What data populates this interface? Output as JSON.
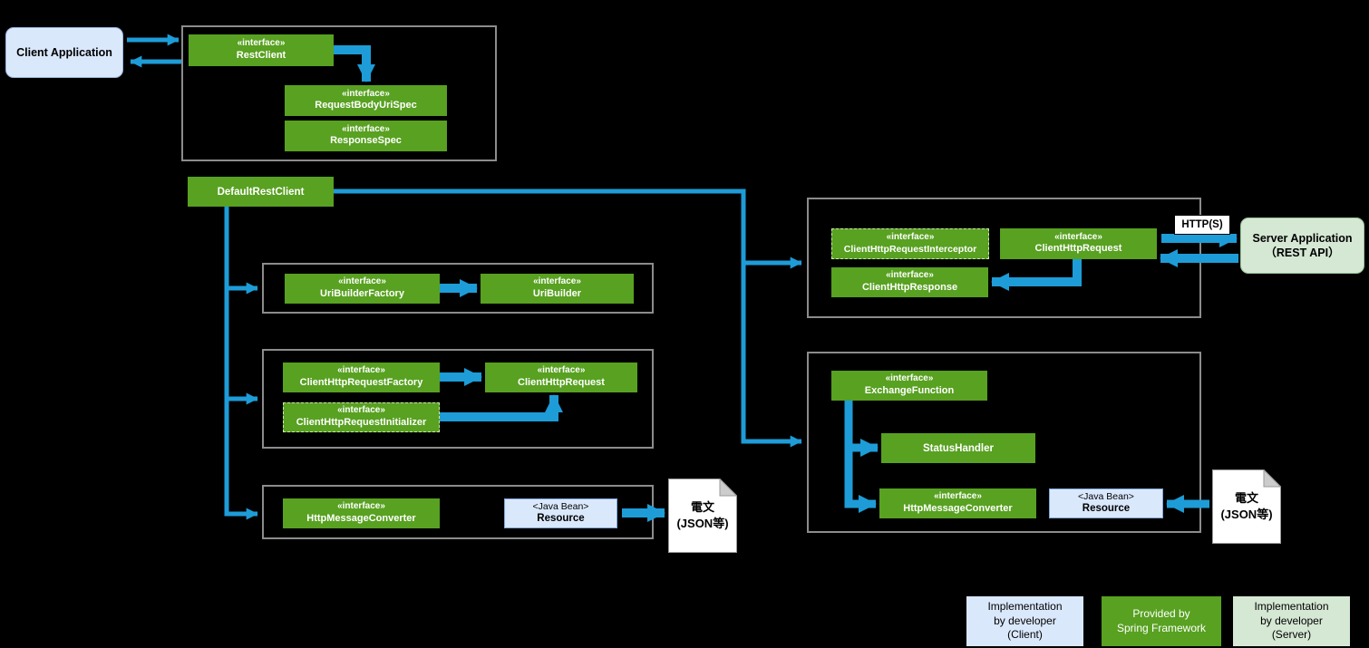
{
  "colors": {
    "background": "#000000",
    "spring_green": "#58A121",
    "client_blue": "#DAE8FC",
    "server_green": "#D5E8D4",
    "arrow_blue": "#1E9CD7",
    "group_border": "#8C8C8C"
  },
  "nodes": {
    "client_application": {
      "label": "Client Application"
    },
    "rest_client": {
      "stereotype": "«interface»",
      "name": "RestClient"
    },
    "request_body_uri_spec": {
      "stereotype": "«interface»",
      "name": "RequestBodyUriSpec"
    },
    "response_spec": {
      "stereotype": "«interface»",
      "name": "ResponseSpec"
    },
    "default_rest_client": {
      "name": "DefaultRestClient"
    },
    "uri_builder_factory": {
      "stereotype": "«interface»",
      "name": "UriBuilderFactory"
    },
    "uri_builder": {
      "stereotype": "«interface»",
      "name": "UriBuilder"
    },
    "client_http_request_factory": {
      "stereotype": "«interface»",
      "name": "ClientHttpRequestFactory"
    },
    "client_http_request_left": {
      "stereotype": "«interface»",
      "name": "ClientHttpRequest"
    },
    "client_http_request_initializer": {
      "stereotype": "«interface»",
      "name": "ClientHttpRequestInitializer"
    },
    "http_message_converter_left": {
      "stereotype": "«interface»",
      "name": "HttpMessageConverter"
    },
    "resource_left": {
      "stereotype": "<Java Bean>",
      "name": "Resource"
    },
    "document_left": {
      "label": "電文\n(JSON等)"
    },
    "client_http_request_interceptor": {
      "stereotype": "«interface»",
      "name": "ClientHttpRequestInterceptor"
    },
    "client_http_request_right": {
      "stereotype": "«interface»",
      "name": "ClientHttpRequest"
    },
    "client_http_response": {
      "stereotype": "«interface»",
      "name": "ClientHttpResponse"
    },
    "http_label": "HTTP(S)",
    "server_application": {
      "label": "Server Application\n（REST API）"
    },
    "exchange_function": {
      "stereotype": "«interface»",
      "name": "ExchangeFunction"
    },
    "status_handler": {
      "name": "StatusHandler"
    },
    "http_message_converter_right": {
      "stereotype": "«interface»",
      "name": "HttpMessageConverter"
    },
    "resource_right": {
      "stereotype": "<Java Bean>",
      "name": "Resource"
    },
    "document_right": {
      "label": "電文\n(JSON等)"
    }
  },
  "legend": {
    "client": "Implementation\nby developer\n(Client)",
    "spring": "Provided by\nSpring Framework",
    "server": "Implementation\nby developer\n(Server)"
  }
}
